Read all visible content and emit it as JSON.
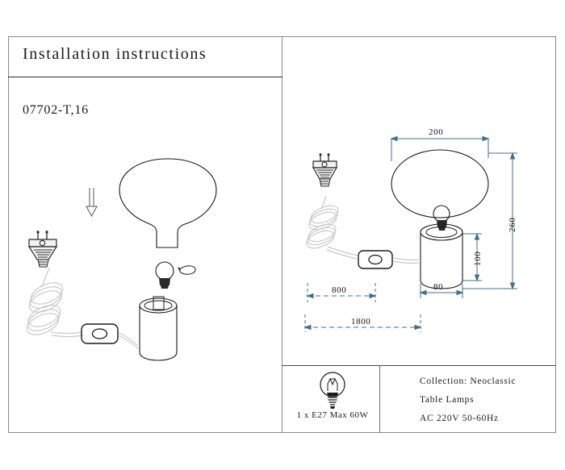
{
  "document": {
    "title": "Installation instructions",
    "model_code": "07702-T,16"
  },
  "panels": {
    "left": {
      "name": "exploded-assembly-view"
    },
    "right": {
      "name": "assembled-dimension-view"
    }
  },
  "dimensions": {
    "shade_width": "200",
    "total_height": "260",
    "base_height": "100",
    "base_width": "80",
    "cord_to_switch": "800",
    "cord_total": "1800"
  },
  "bulb_spec": {
    "label": "1 x E27 Max 60W"
  },
  "specifications": {
    "collection": "Collection: Neoclassic",
    "category": "Table Lamps",
    "electrical": "AC 220V   50-60Hz"
  },
  "colors": {
    "dimension_line": "#3f6f8f",
    "outline": "#1a1a1a",
    "cord": "#c9c9c9",
    "frame": "#8a8a8a"
  },
  "icons": {
    "down_arrow": "down-arrow-icon",
    "rotate_arrow": "rotate-arrow-icon",
    "plug": "power-plug-icon",
    "switch": "inline-switch-icon",
    "bulb": "light-bulb-icon"
  }
}
